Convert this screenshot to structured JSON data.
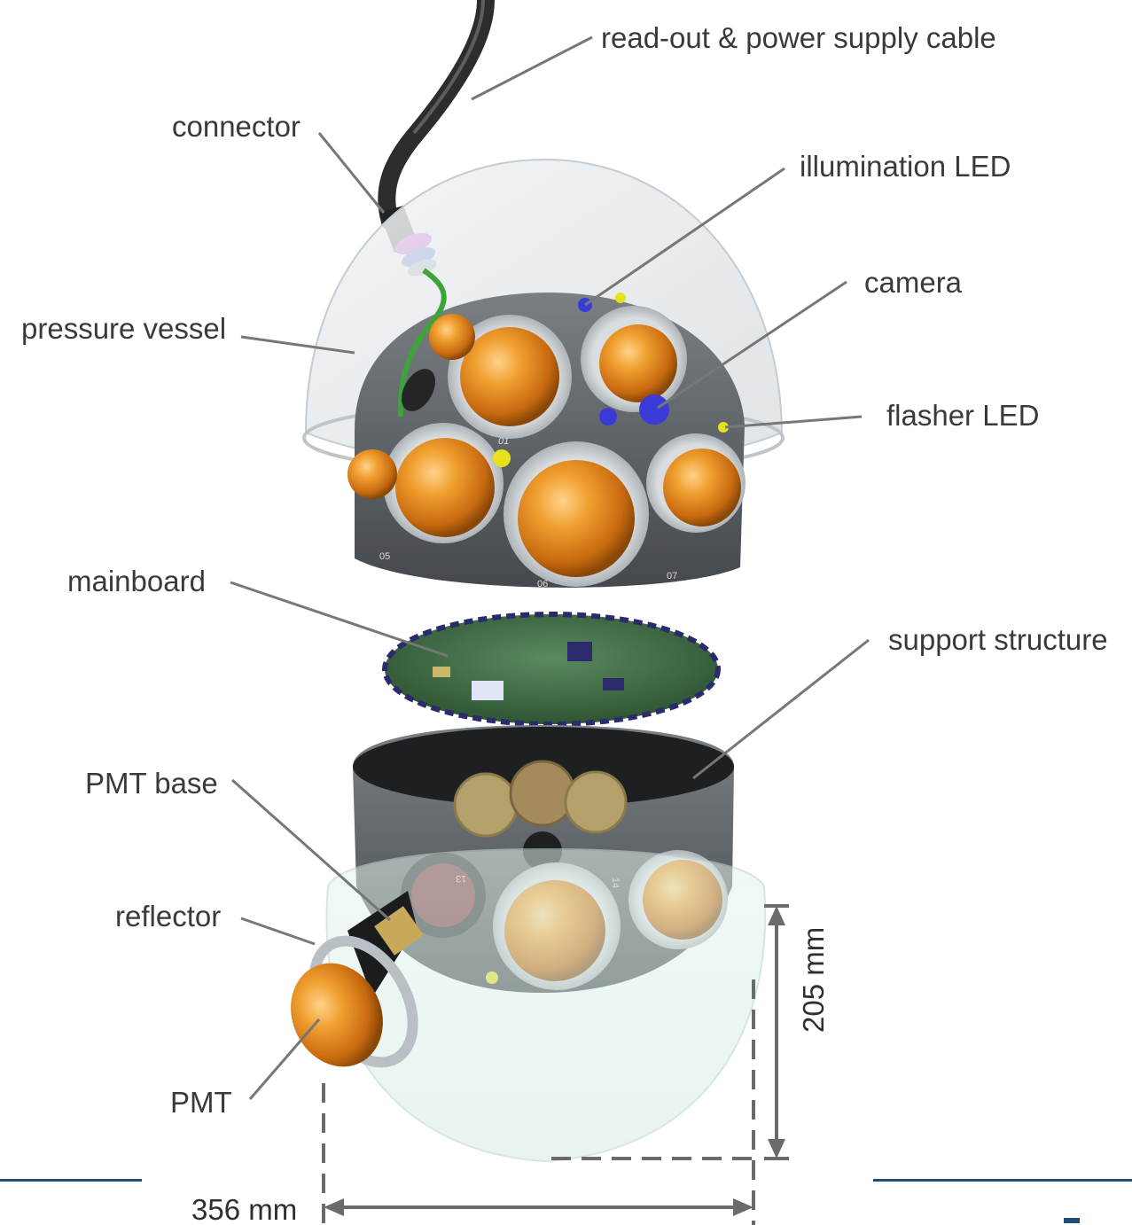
{
  "labels": {
    "cable": "read-out & power supply cable",
    "connector": "connector",
    "illumination_led": "illumination LED",
    "camera": "camera",
    "pressure_vessel": "pressure vessel",
    "flasher_led": "flasher LED",
    "mainboard": "mainboard",
    "support_structure": "support structure",
    "pmt_base": "PMT base",
    "reflector": "reflector",
    "pmt": "PMT"
  },
  "dimensions": {
    "height": "205 mm",
    "width": "356 mm"
  },
  "module_labels": {
    "top_01": "01",
    "top_05": "05",
    "top_06": "06",
    "top_07": "07",
    "bottom_13": "13",
    "bottom_14": "14"
  },
  "colors": {
    "pmt_orange": "#e58a1a",
    "housing_gray": "#555a5f",
    "glass": "#e6ebee",
    "mainboard_green": "#3f6b46",
    "leader_line": "#777777",
    "rule_blue": "#1f4e79"
  }
}
